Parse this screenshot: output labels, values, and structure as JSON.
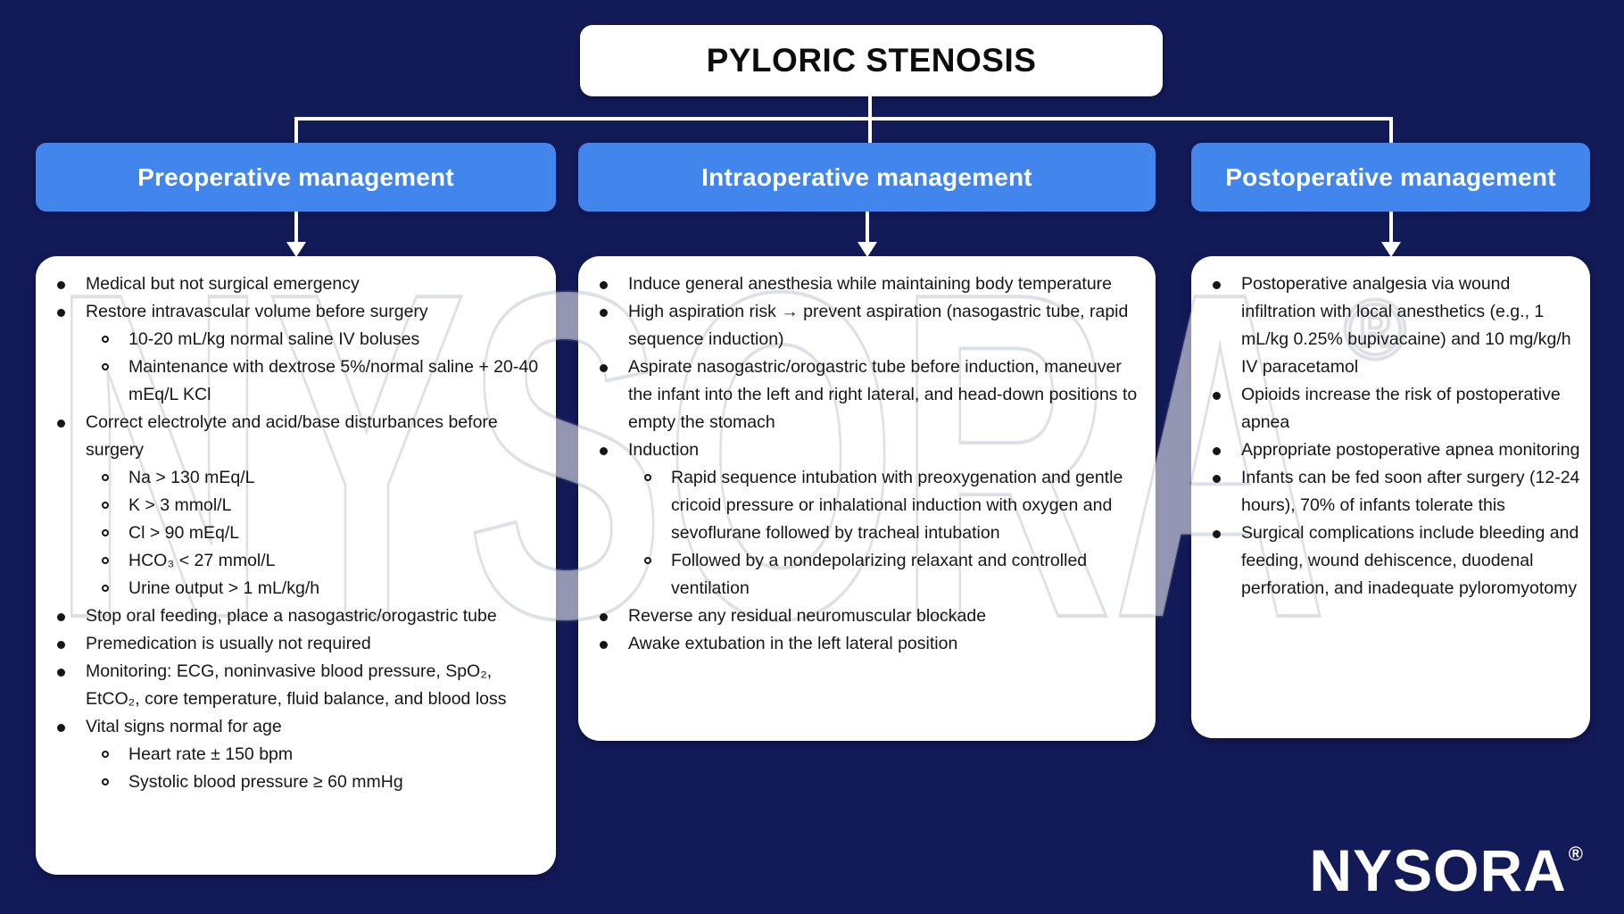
{
  "title": "PYLORIC STENOSIS",
  "watermark": {
    "text": "NYSORA",
    "reg": "®"
  },
  "logo": {
    "text": "NYSORA",
    "reg": "®"
  },
  "colors": {
    "background": "#131a58",
    "header_blue": "#4285ec",
    "card_white": "#ffffff",
    "text_dark": "#161616",
    "connector_white": "#ffffff"
  },
  "columns": [
    {
      "id": "preoperative",
      "header": "Preoperative management",
      "items": [
        {
          "text": "Medical but not surgical emergency"
        },
        {
          "text": "Restore intravascular volume before surgery",
          "sub": [
            "10-20 mL/kg normal saline IV boluses",
            "Maintenance with dextrose 5%/normal saline + 20-40 mEq/L KCl"
          ]
        },
        {
          "text": "Correct electrolyte and acid/base disturbances before surgery",
          "sub": [
            "Na > 130 mEq/L",
            "K > 3 mmol/L",
            "Cl > 90 mEq/L",
            "HCO₃ < 27 mmol/L",
            "Urine output > 1 mL/kg/h"
          ]
        },
        {
          "text": "Stop oral feeding, place a nasogastric/orogastric tube"
        },
        {
          "text": "Premedication is usually not required"
        },
        {
          "text": "Monitoring: ECG, noninvasive blood pressure, SpO₂, EtCO₂, core temperature, fluid balance, and blood loss"
        },
        {
          "text": "Vital signs normal for age",
          "sub": [
            "Heart rate ± 150 bpm",
            "Systolic blood pressure ≥ 60 mmHg"
          ]
        }
      ]
    },
    {
      "id": "intraoperative",
      "header": "Intraoperative management",
      "items": [
        {
          "text": "Induce general anesthesia while maintaining body temperature"
        },
        {
          "text": "High aspiration risk → prevent aspiration (nasogastric tube, rapid sequence induction)"
        },
        {
          "text": "Aspirate nasogastric/orogastric tube before induction, maneuver the infant into the left and right lateral, and head-down positions to empty the stomach"
        },
        {
          "text": "Induction",
          "sub": [
            "Rapid sequence intubation with preoxygenation and gentle cricoid pressure or inhalational induction with oxygen and sevoflurane followed by tracheal intubation",
            "Followed by a nondepolarizing relaxant and controlled ventilation"
          ]
        },
        {
          "text": "Reverse any residual neuromuscular blockade"
        },
        {
          "text": "Awake extubation in the left lateral position"
        }
      ]
    },
    {
      "id": "postoperative",
      "header": "Postoperative management",
      "items": [
        {
          "text": "Postoperative analgesia via wound infiltration with local anesthetics (e.g., 1 mL/kg 0.25% bupivacaine) and 10 mg/kg/h IV paracetamol"
        },
        {
          "text": "Opioids increase the risk of postoperative apnea"
        },
        {
          "text": "Appropriate postoperative apnea monitoring"
        },
        {
          "text": "Infants can be fed soon after surgery (12-24 hours), 70% of infants tolerate this"
        },
        {
          "text": "Surgical complications include bleeding and feeding, wound dehiscence, duodenal perforation, and inadequate pyloromyotomy"
        }
      ]
    }
  ]
}
